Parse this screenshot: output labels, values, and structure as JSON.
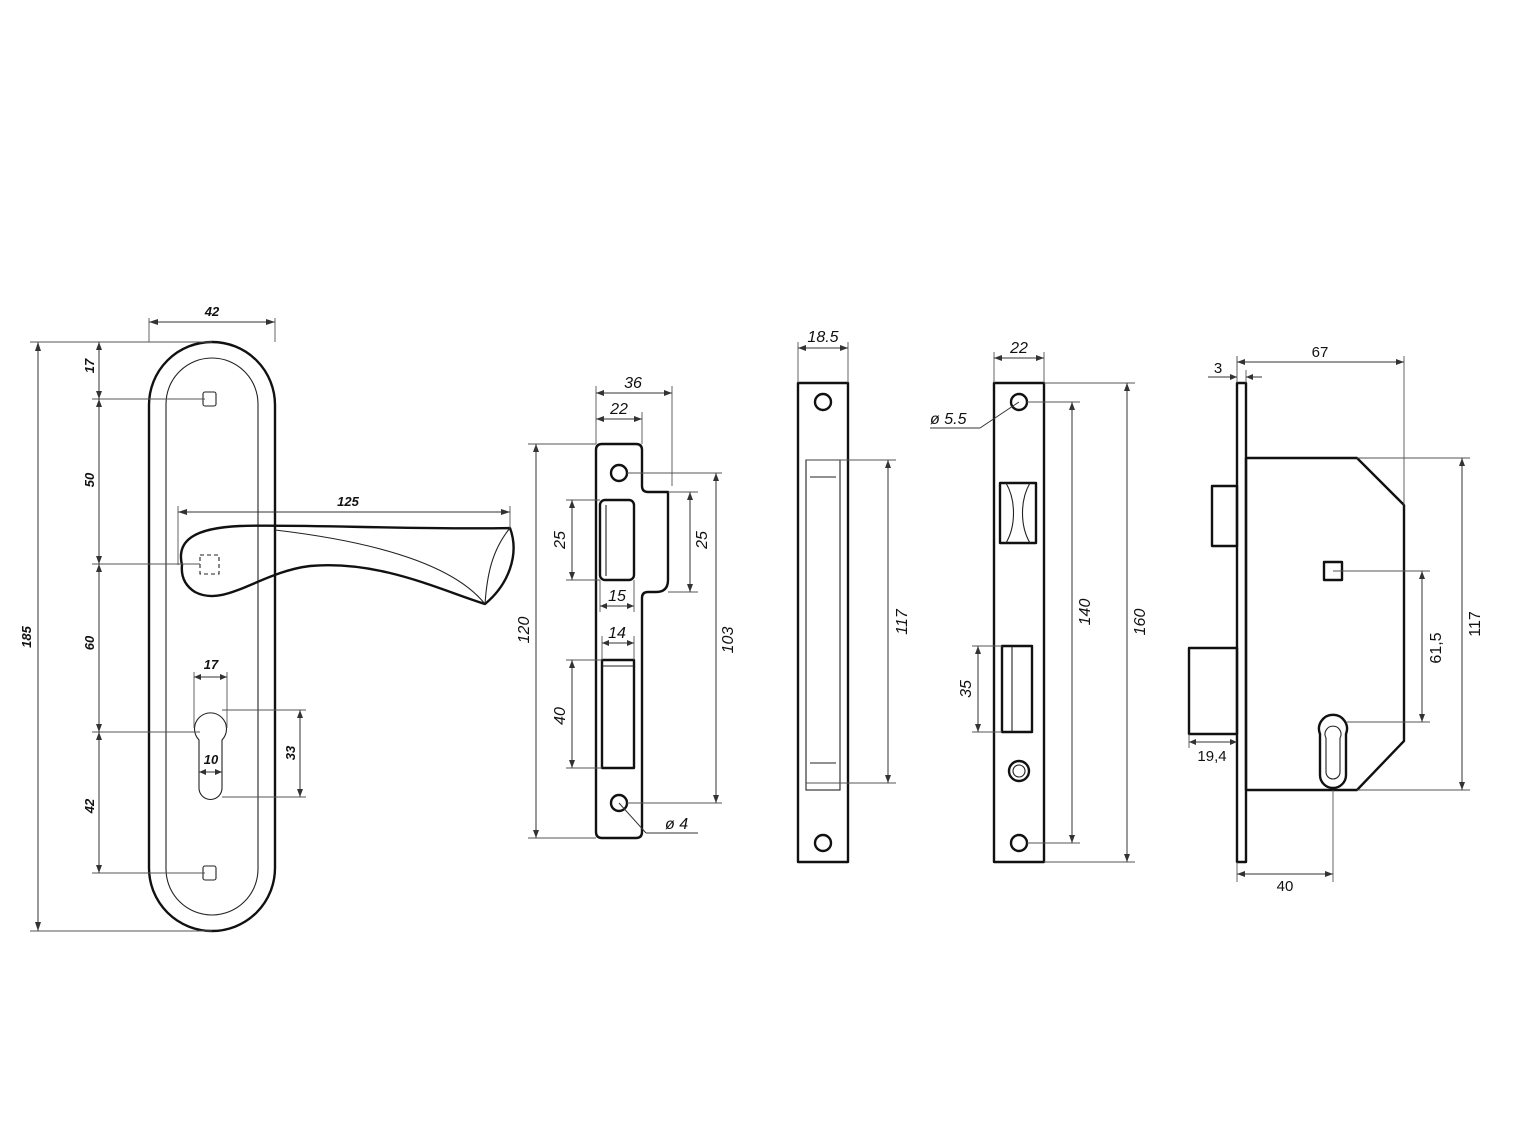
{
  "handle_plate": {
    "width": "42",
    "height": "185",
    "lever_length": "125",
    "spacing_top": "17",
    "spacing_to_handle": "50",
    "spacing_handle_to_cylinder": "60",
    "spacing_cylinder_to_bottom": "42",
    "cylinder_width": "17",
    "cylinder_slot_width": "10",
    "cylinder_height": "33"
  },
  "strike_plate": {
    "width": "36",
    "inner_width": "22",
    "height": "120",
    "latch_slot_height": "25",
    "latch_slot_width": "15",
    "lip_height": "25",
    "bolt_slot_width": "14",
    "bolt_slot_height": "40",
    "hole_spacing": "103",
    "hole_diameter": "ø 4"
  },
  "face_plate": {
    "width": "18.5",
    "inner_length": "117"
  },
  "lock_front": {
    "width": "22",
    "hole_diameter": "ø 5.5",
    "hole_spacing": "140",
    "height": "160",
    "bolt_height": "35"
  },
  "lock_body": {
    "faceplate_thickness": "3",
    "depth": "67",
    "backset": "40",
    "bolt_projection": "19,4",
    "center_distance": "61,5",
    "body_height": "117"
  }
}
